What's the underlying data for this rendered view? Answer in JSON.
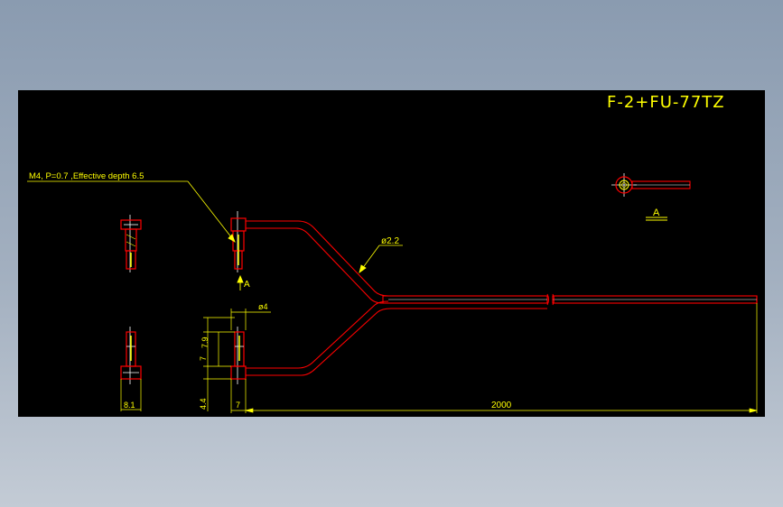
{
  "drawing": {
    "title": "F-2+FU-77TZ",
    "annotations": {
      "thread_note": "M4, P=0.7 ,Effective depth 6.5",
      "tube_diameter": "ø2.2",
      "view_marker": "A",
      "view_label": "A",
      "head_diameter": "ø4",
      "dim_7_left": "7",
      "dim_7_9": "7.9",
      "dim_4_4": "4.4",
      "dim_7_bottom": "7",
      "dim_length": "2000",
      "dim_width": "8.1"
    },
    "colors": {
      "background": "#000000",
      "outline": "#ff0000",
      "dimension": "#ffff00",
      "body": "#ffffff"
    }
  }
}
